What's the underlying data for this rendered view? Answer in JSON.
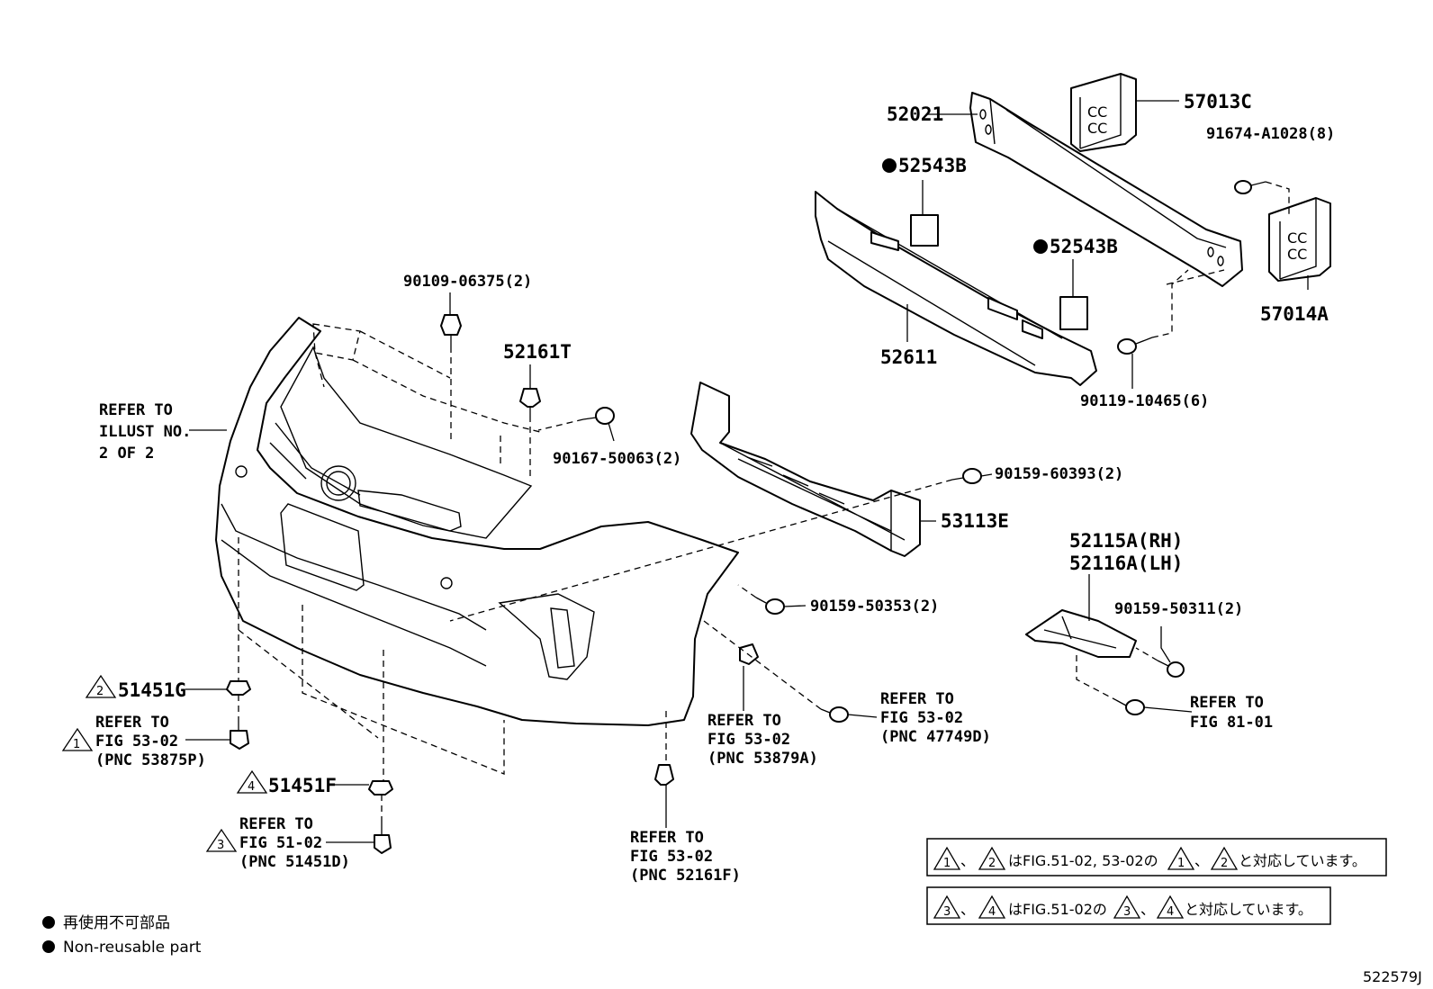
{
  "diagram_id": "522579J",
  "parts": {
    "p52021": "52021",
    "p57013C": "57013C",
    "p91674": "91674-A1028(8)",
    "p52543B_top": "52543B",
    "p52543B_mid": "52543B",
    "p57014A": "57014A",
    "p52611": "52611",
    "p90119": "90119-10465(6)",
    "p90109": "90109-06375(2)",
    "p52161T": "52161T",
    "p90167": "90167-50063(2)",
    "p90159_60393": "90159-60393(2)",
    "p53113E": "53113E",
    "p52115A": "52115A(RH)",
    "p52116A": "52116A(LH)",
    "p90159_50311": "90159-50311(2)",
    "p90159_50353": "90159-50353(2)",
    "p51451G": "51451G",
    "p51451F": "51451F"
  },
  "refer": {
    "illust_l1": "REFER TO",
    "illust_l2": "ILLUST NO.",
    "illust_l3": "2 OF 2",
    "r1_l1": "REFER TO",
    "r1_l2": "FIG 53-02",
    "r1_l3": "(PNC 53875P)",
    "r3_l1": "REFER TO",
    "r3_l2": "FIG 51-02",
    "r3_l3": "(PNC 51451D)",
    "r52161F_l1": "REFER TO",
    "r52161F_l2": "FIG 53-02",
    "r52161F_l3": "(PNC 52161F)",
    "r53879A_l1": "REFER TO",
    "r53879A_l2": "FIG 53-02",
    "r53879A_l3": "(PNC 53879A)",
    "r47749D_l1": "REFER TO",
    "r47749D_l2": "FIG 53-02",
    "r47749D_l3": "(PNC 47749D)",
    "r81_l1": "REFER TO",
    "r81_l2": "FIG 81-01"
  },
  "triangles": {
    "t1": "1",
    "t2": "2",
    "t3": "3",
    "t4": "4"
  },
  "notes": {
    "note1_a": "、",
    "note1_b": "はFIG.51-02, 53-02の",
    "note1_c": "、",
    "note1_d": "と対応しています。",
    "note2_a": "、",
    "note2_b": "はFIG.51-02の",
    "note2_c": "、",
    "note2_d": "と対応しています。"
  },
  "legend": {
    "jp": "再使用不可部品",
    "en": "Non-reusable part"
  }
}
